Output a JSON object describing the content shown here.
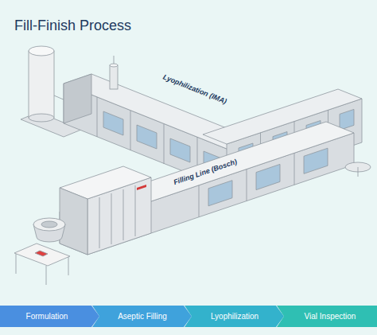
{
  "diagram": {
    "title": "Fill-Finish Process",
    "nodes": [
      {
        "text": [
          "Formulation"
        ]
      },
      {
        "text": [
          "Aseptic Filling"
        ]
      },
      {
        "text": [
          "Lyophilization"
        ]
      },
      {
        "text": [
          "Vial Inspection"
        ]
      }
    ],
    "labels": [
      "Lyophilization (IMA)",
      "Filling Line (Bosch)"
    ]
  }
}
